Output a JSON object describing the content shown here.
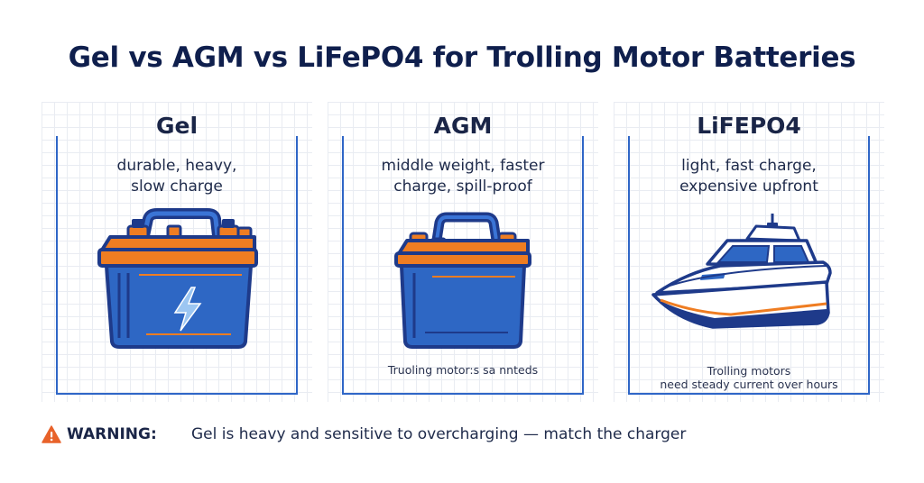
{
  "title": "Gel vs AGM vs LiFePO4 for Trolling Motor Batteries",
  "panels": [
    {
      "name": "Gel",
      "desc_line1": "durable, heavy,",
      "desc_line2": "slow charge",
      "illustration": "battery-lightning-icon"
    },
    {
      "name": "AGM",
      "desc_line1": "middle weight, faster",
      "desc_line2": "charge, spill-proof",
      "illustration": "battery-icon",
      "note_line1": "Truoling motor:s sa nnteds"
    },
    {
      "name": "LiFEPO4",
      "desc_line1": "light, fast charge,",
      "desc_line2": "expensive upfront",
      "illustration": "boat-icon",
      "note_line1": "Trolling motors",
      "note_line2": "need steady current over hours"
    }
  ],
  "warning": {
    "label": "WARNING:",
    "text": "Gel is heavy and sensitive to overcharging — match the charger",
    "icon": "warning-triangle-icon"
  },
  "colors": {
    "navy": "#1e3a8a",
    "blue": "#2f66c7",
    "orange": "#ef7d22",
    "warning": "#e8622a"
  }
}
